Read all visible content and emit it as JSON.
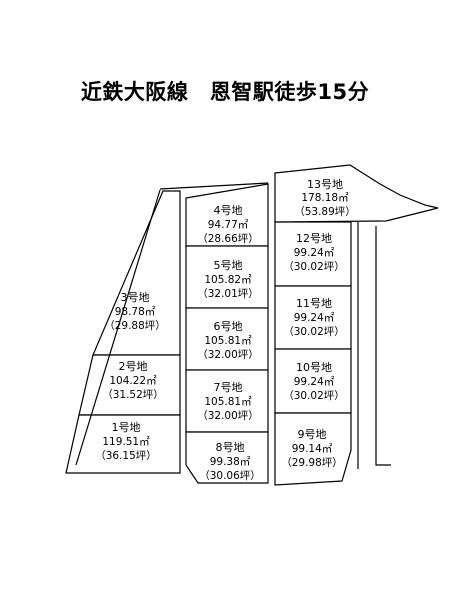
{
  "title": "近鉄大阪線　恩智駅徒歩15分",
  "lots": [
    {
      "name": "1号地",
      "area": "119.51㎡",
      "tsubo": "（36.15坪）"
    },
    {
      "name": "2号地",
      "area": "104.22㎡",
      "tsubo": "（31.52坪）"
    },
    {
      "name": "3号地",
      "area": "98.78㎡",
      "tsubo": "（29.88坪）"
    },
    {
      "name": "4号地",
      "area": "94.77㎡",
      "tsubo": "（28.66坪）"
    },
    {
      "name": "5号地",
      "area": "105.82㎡",
      "tsubo": "（32.01坪）"
    },
    {
      "name": "6号地",
      "area": "105.81㎡",
      "tsubo": "（32.00坪）"
    },
    {
      "name": "7号地",
      "area": "105.81㎡",
      "tsubo": "（32.00坪）"
    },
    {
      "name": "8号地",
      "area": "99.38㎡",
      "tsubo": "（30.06坪）"
    },
    {
      "name": "9号地",
      "area": "99.14㎡",
      "tsubo": "（29.98坪）"
    },
    {
      "name": "10号地",
      "area": "99.24㎡",
      "tsubo": "（30.02坪）"
    },
    {
      "name": "11号地",
      "area": "99.24㎡",
      "tsubo": "（30.02坪）"
    },
    {
      "name": "12号地",
      "area": "99.24㎡",
      "tsubo": "（30.02坪）"
    },
    {
      "name": "13号地",
      "area": "178.18㎡",
      "tsubo": "（53.89坪）"
    }
  ]
}
